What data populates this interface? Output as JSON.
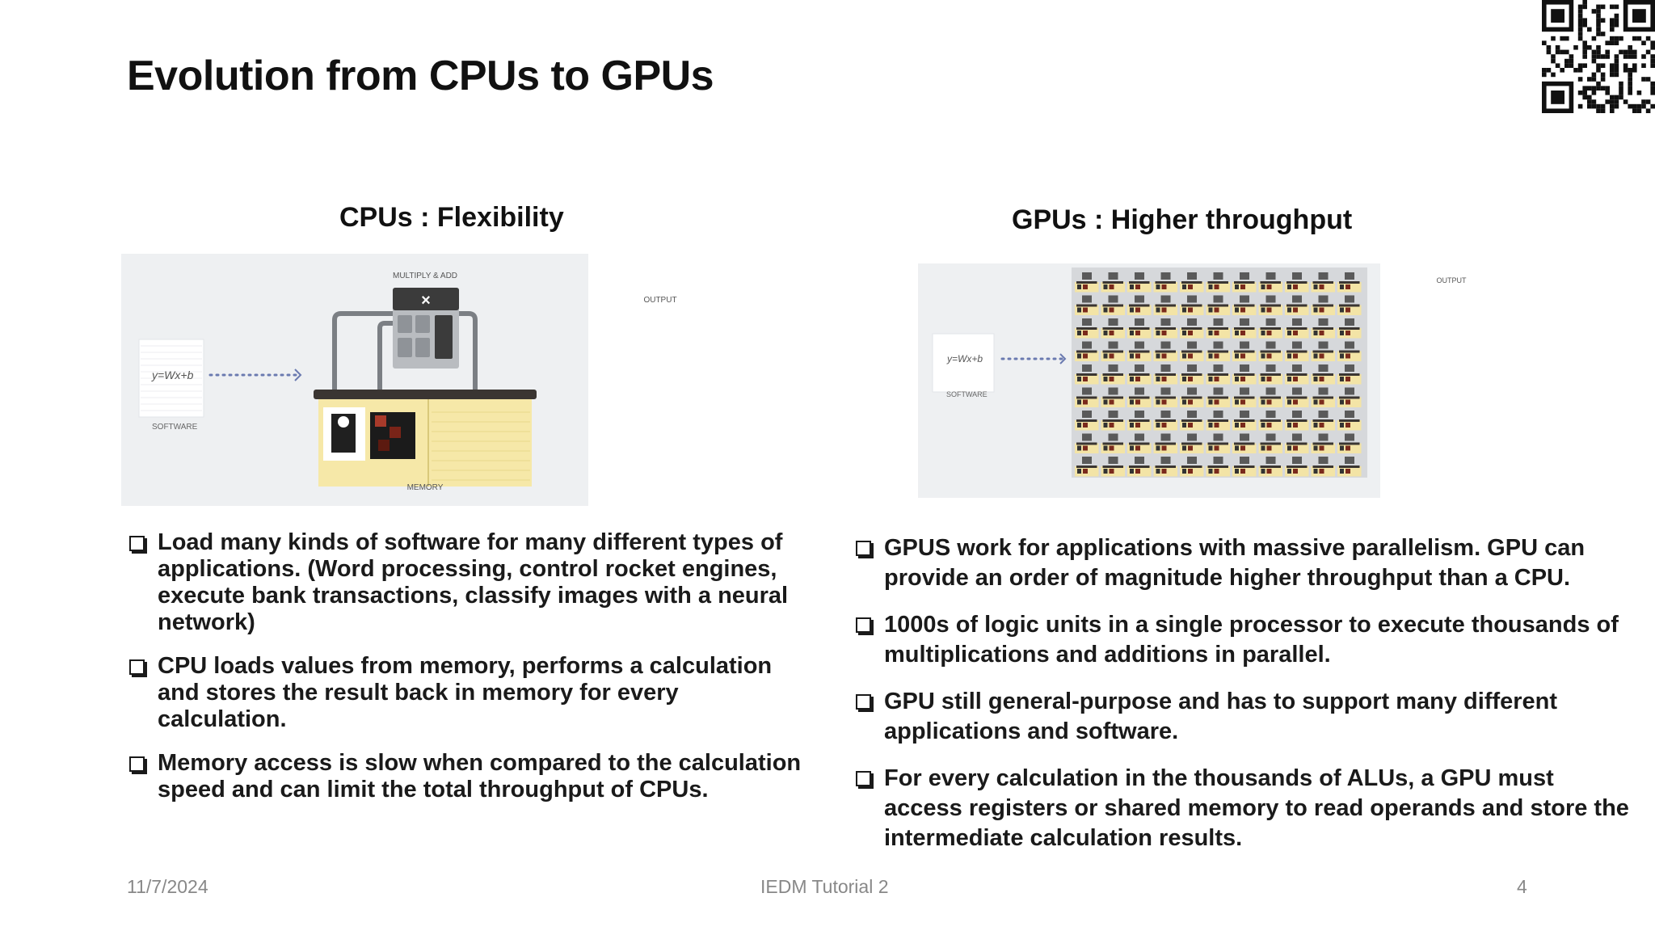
{
  "slide": {
    "title": "Evolution from CPUs to GPUs"
  },
  "left": {
    "heading": "CPUs : Flexibility",
    "figure": {
      "multiply_label": "MULTIPLY & ADD",
      "times_symbol": "×",
      "output_label": "OUTPUT",
      "equation": "y=Wx+b",
      "software_label": "SOFTWARE",
      "memory_label": "MEMORY"
    },
    "bullets": [
      "Load many kinds of software for many different types of applications. (Word processing, control rocket engines, execute bank transactions, classify images with a neural network)",
      "CPU loads values from memory, performs a calculation and stores the result back in memory for every calculation.",
      "Memory access is slow when compared to the calculation speed and can limit the total throughput of CPUs."
    ]
  },
  "right": {
    "heading": "GPUs : Higher throughput",
    "figure": {
      "output_label": "OUTPUT",
      "equation": "y=Wx+b",
      "software_label": "SOFTWARE"
    },
    "bullets": [
      "GPUS work  for applications with massive parallelism.  GPU can provide an order of magnitude higher throughput than a CPU.",
      "1000s of logic units in a single processor to execute thousands of multiplications and additions in parallel.",
      "GPU still general-purpose and has to support many different applications and software.",
      "For every calculation in the thousands of ALUs, a GPU must access registers or shared memory to read operands and store the intermediate calculation results."
    ]
  },
  "footer": {
    "date": "11/7/2024",
    "center": "IEDM Tutorial 2",
    "page": "4"
  },
  "colors": {
    "diagram_bg": "#eef0f2",
    "memory_fill": "#f6e8a8",
    "memory_bar": "#3a3532",
    "alu_dark": "#3b3b3b",
    "arrow": "#6a7ab0"
  },
  "icons": {
    "bullet": "hollow-square-icon",
    "corner": "qr-code-icon"
  }
}
